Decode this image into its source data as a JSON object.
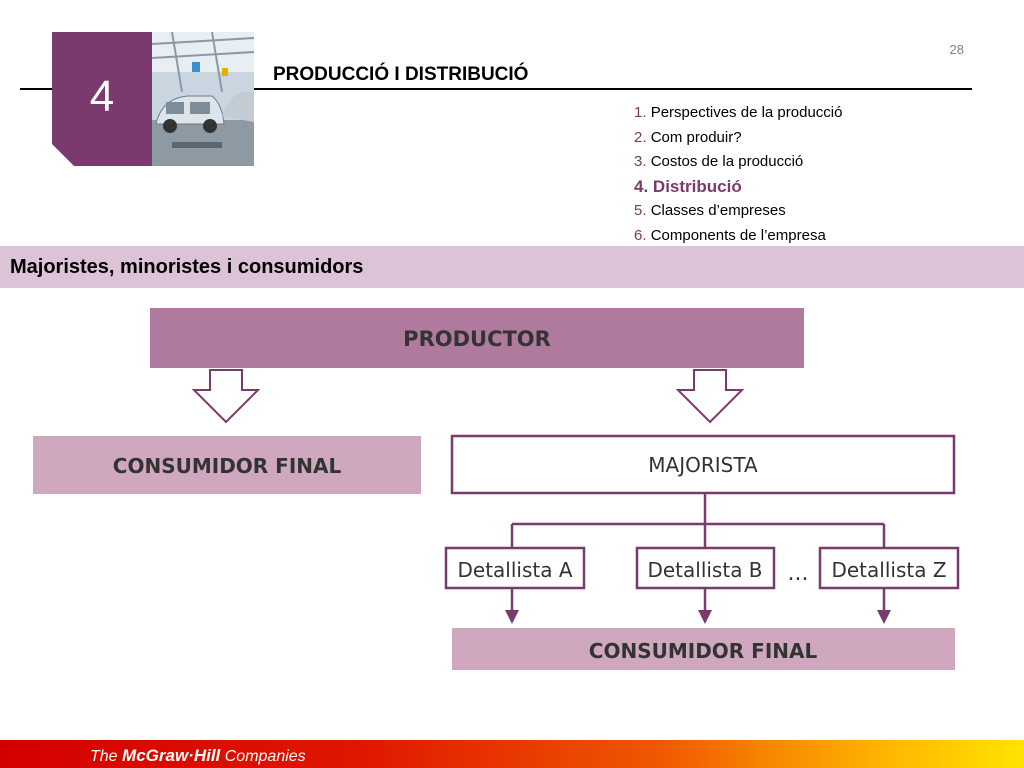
{
  "header": {
    "chapter_number": "4",
    "title": "PRODUCCIÓ I DISTRIBUCIÓ",
    "page_number": "28"
  },
  "toc": [
    {
      "num": "1.",
      "label": "Perspectives de la producció",
      "active": false
    },
    {
      "num": "2.",
      "label": "Com produir?",
      "active": false
    },
    {
      "num": "3.",
      "label": "Costos de la producció",
      "active": false
    },
    {
      "num": "4.",
      "label": "Distribució",
      "active": true
    },
    {
      "num": "5.",
      "label": "Classes d’empreses",
      "active": false
    },
    {
      "num": "6.",
      "label": "Components de l’empresa",
      "active": false
    }
  ],
  "section": {
    "title": "Majoristes, minoristes i consumidors"
  },
  "diagram": {
    "producer": "PRODUCTOR",
    "direct_consumer": "CONSUMIDOR FINAL",
    "wholesaler": "MAJORISTA",
    "retailers": [
      "Detallista A",
      "Detallista B",
      "Detallista Z"
    ],
    "ellipsis": "...",
    "final_consumer": "CONSUMIDOR FINAL"
  },
  "footer": {
    "prefix": "The",
    "brand": "McGraw·Hill",
    "suffix": "Companies"
  },
  "colors": {
    "accent_purple": "#7a3a6e",
    "producer_box": "#b07a9e",
    "consumer_box": "#cfa8c0",
    "section_bar": "#dcc3d7"
  }
}
